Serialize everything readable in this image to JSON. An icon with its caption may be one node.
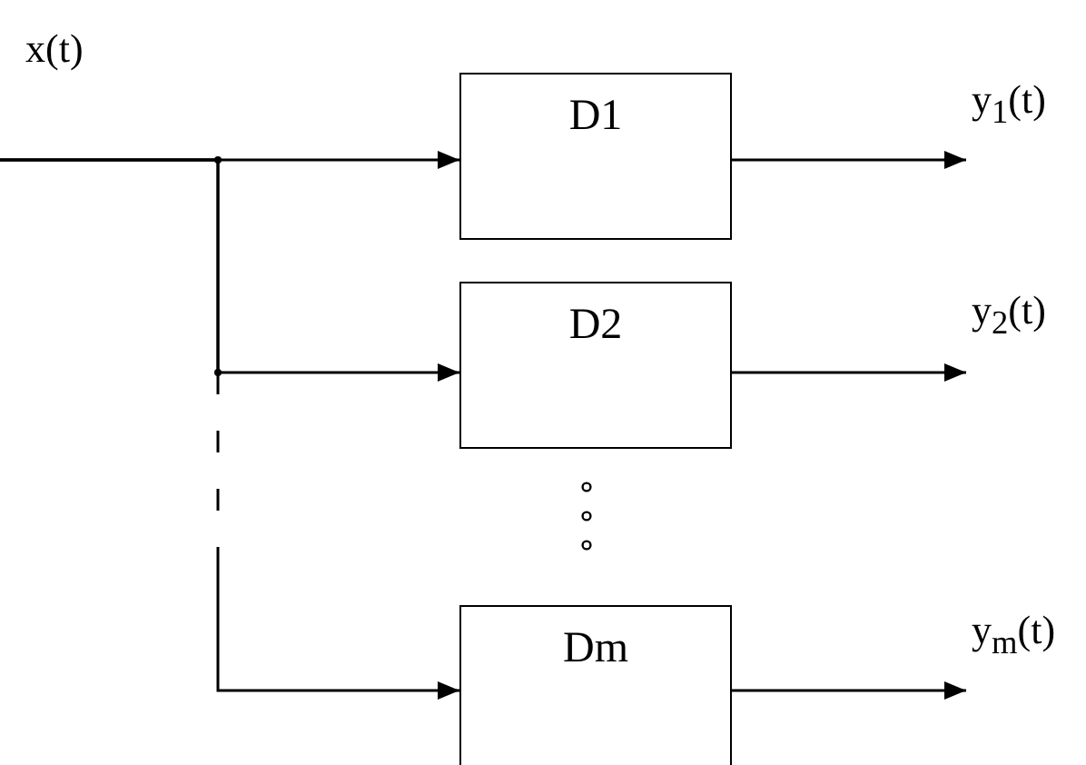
{
  "diagram": {
    "nodes": [
      {
        "text": [
          "D1"
        ]
      },
      {
        "text": [
          "D2"
        ]
      },
      {
        "text": [
          "Dm"
        ]
      }
    ],
    "edges": [
      {
        "from": null,
        "to": 0,
        "arrow": "to"
      },
      {
        "from": null,
        "to": 1,
        "arrow": "to"
      },
      {
        "from": null,
        "to": 2,
        "arrow": "to",
        "style": "dashed"
      },
      {
        "from": 0,
        "to": null,
        "arrow": "to"
      },
      {
        "from": 1,
        "to": null,
        "arrow": "to"
      },
      {
        "from": 2,
        "to": null,
        "arrow": "to"
      }
    ],
    "labels": [
      "x(t)",
      "y$_{1}$(t)",
      "y$_{2}$(t)",
      "y$_{m}$(t)"
    ]
  }
}
